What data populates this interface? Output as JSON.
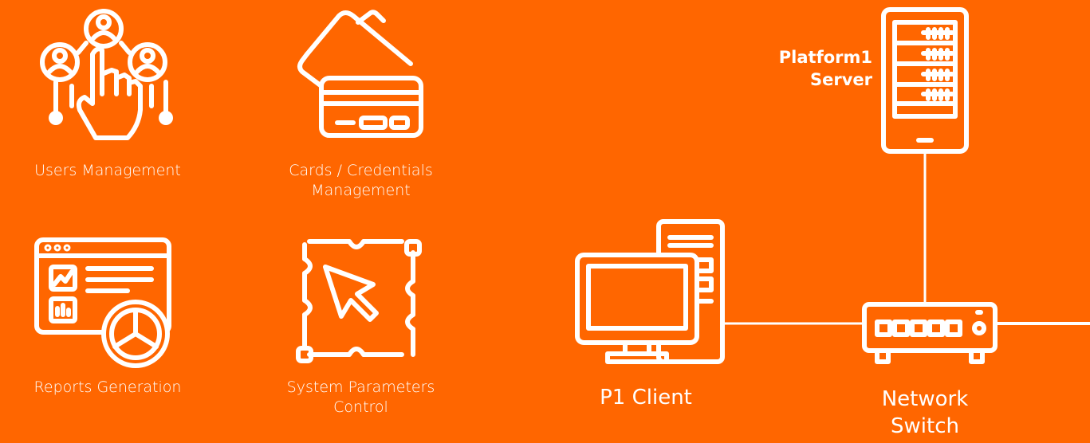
{
  "features": {
    "users": {
      "label": "Users Management",
      "icon": "users-hand-icon"
    },
    "cards": {
      "label_line1": "Cards / Credentials",
      "label_line2": "Management",
      "icon": "cards-icon"
    },
    "reports": {
      "label": "Reports Generation",
      "icon": "reports-dashboard-icon"
    },
    "params": {
      "label_line1": "System Parameters",
      "label_line2": "Control",
      "icon": "cursor-selection-icon"
    }
  },
  "network": {
    "server": {
      "label_line1": "Platform1",
      "label_line2": "Server",
      "icon": "server-rack-icon"
    },
    "client": {
      "label": "P1 Client",
      "icon": "desktop-computer-icon"
    },
    "switch": {
      "label_line1": "Network",
      "label_line2": "Switch",
      "icon": "network-switch-icon"
    }
  },
  "colors": {
    "background": "#FF6600",
    "foreground": "#FFFFFF"
  }
}
